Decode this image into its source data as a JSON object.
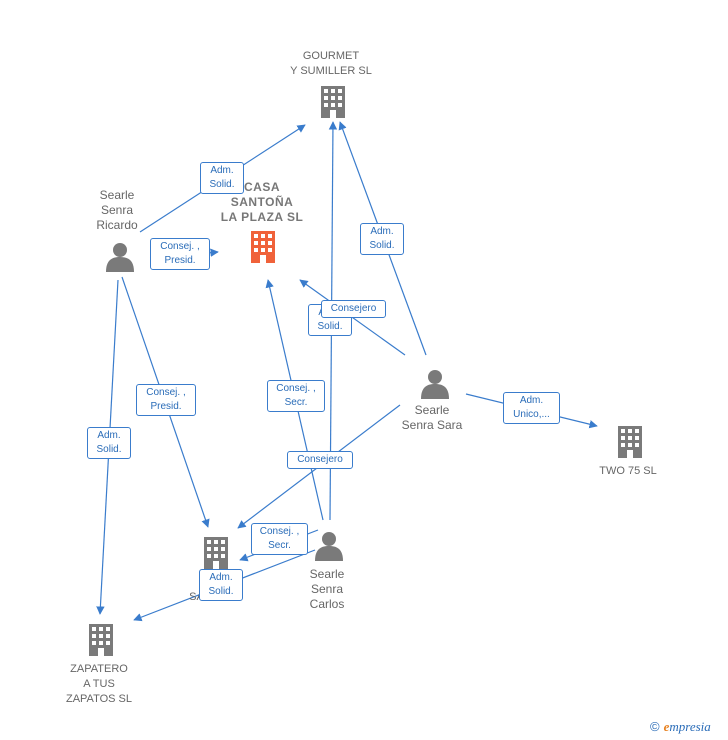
{
  "colors": {
    "edge": "#3a7ccc",
    "company_icon": "#7a7a7a",
    "company_highlight": "#f0623a",
    "person_icon": "#7a7a7a"
  },
  "nodes": {
    "gourmet": {
      "label": "GOURMET\nY SUMILLER SL",
      "type": "company-icon"
    },
    "casa": {
      "label": "CASA\nSANTOÑA\nLA PLAZA  SL",
      "type": "company-highlight-icon"
    },
    "two75": {
      "label": "TWO 75  SL",
      "type": "company-icon"
    },
    "santa": {
      "label": "SANTA     SL",
      "type": "company-icon"
    },
    "zapatero": {
      "label": "ZAPATERO\nA TUS\nZAPATOS SL",
      "type": "company-icon"
    },
    "ricardo": {
      "label": "Searle\nSenra\nRicardo",
      "type": "person-icon"
    },
    "sara": {
      "label": "Searle\nSenra Sara",
      "type": "person-icon"
    },
    "carlos": {
      "label": "Searle\nSenra\nCarlos",
      "type": "person-icon"
    }
  },
  "edge_labels": {
    "ricardo_gourmet": "Adm.\nSolid.",
    "ricardo_casa": "Consej. ,\nPresid.",
    "ricardo_santa": "Consej. ,\nPresid.",
    "ricardo_zapatero": "Adm.\nSolid.",
    "sara_gourmet": "Adm.\nSolid.",
    "sara_casa_adm": "Adm.\nSolid.",
    "sara_casa_consejero": "Consejero",
    "sara_two75": "Adm.\nUnico,...",
    "sara_santa": "Consejero",
    "carlos_casa": "Consej. ,\nSecr.",
    "carlos_santa": "Consej. ,\nSecr.",
    "carlos_zapatero": "Adm.\nSolid."
  },
  "brand": {
    "copyright": "©",
    "first_letter": "e",
    "rest": "mpresia"
  }
}
